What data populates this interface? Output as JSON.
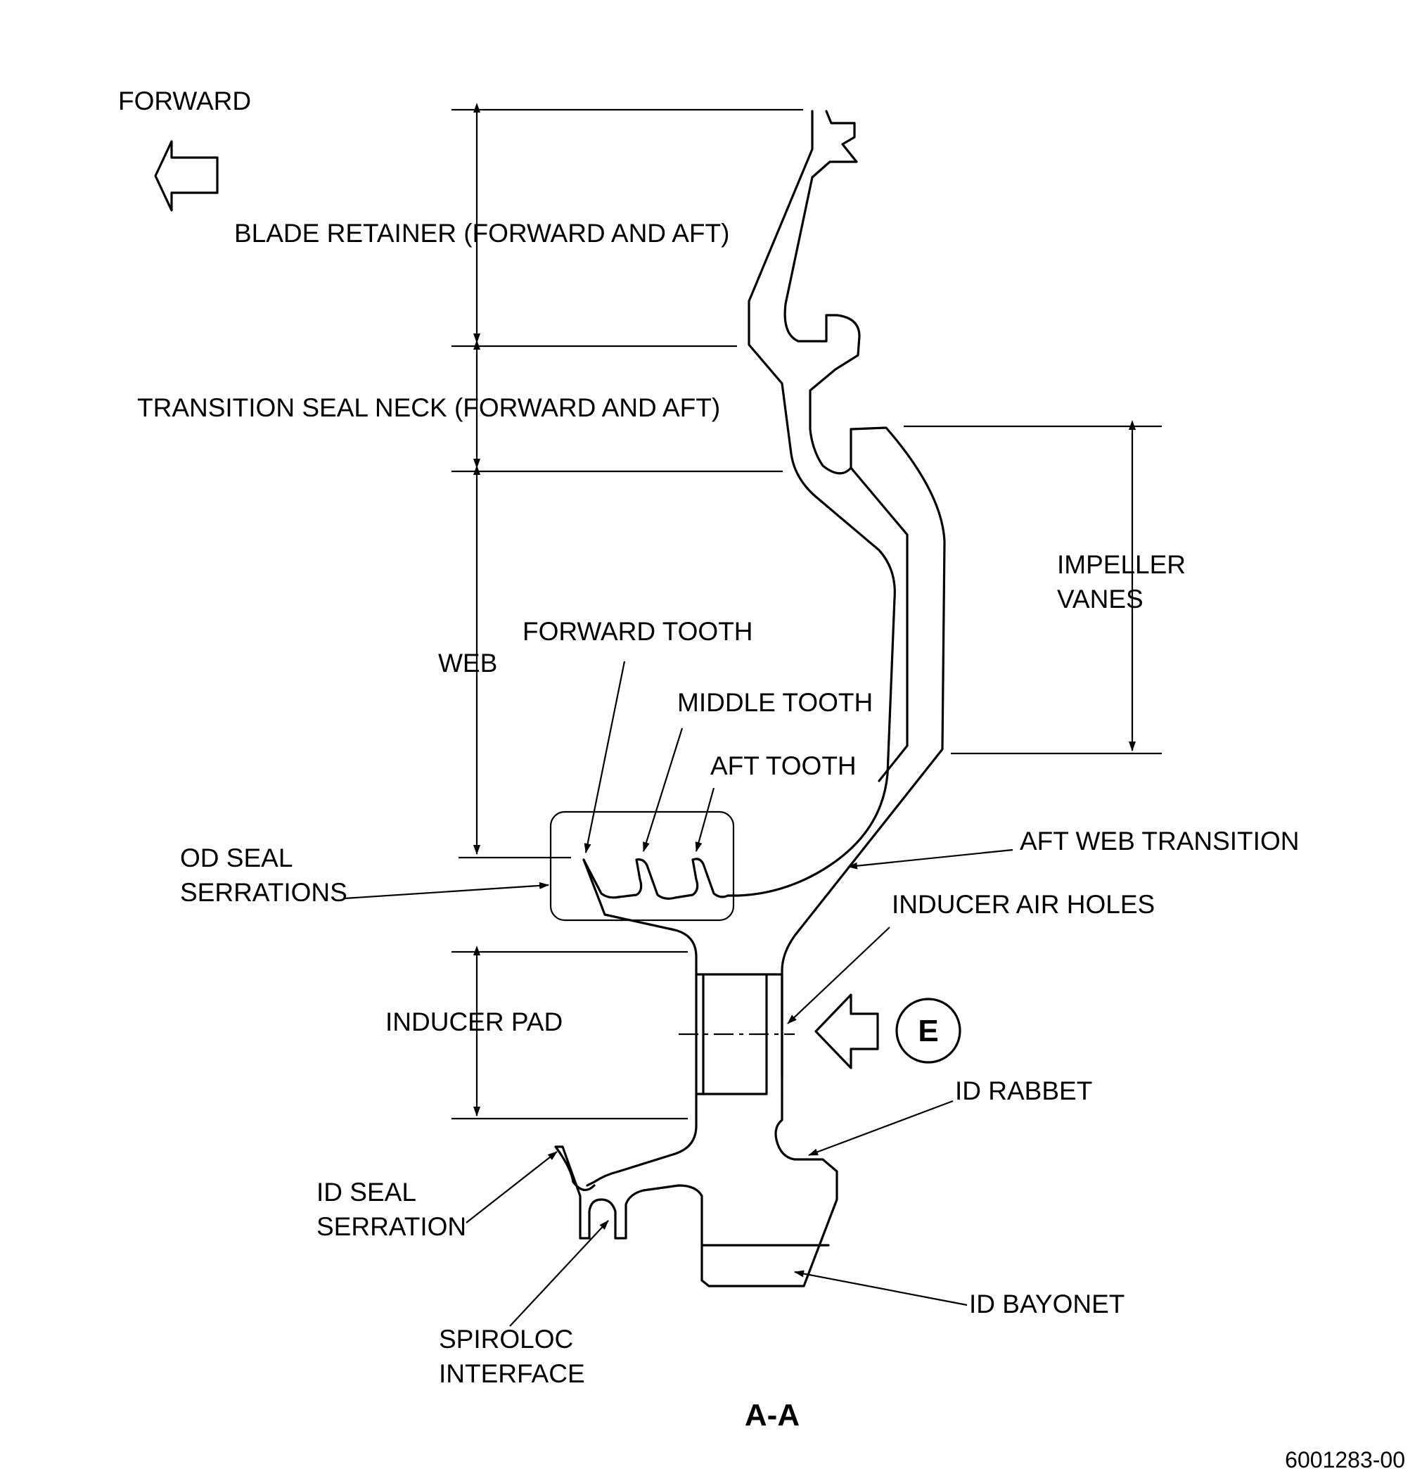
{
  "drawing": {
    "direction_label": "FORWARD",
    "section_label": "A-A",
    "reference_number": "6001283-00",
    "view_callout": "E",
    "labels": {
      "blade_retainer": "BLADE RETAINER (FORWARD AND AFT)",
      "transition_seal_neck": "TRANSITION SEAL NECK (FORWARD AND AFT)",
      "web": "WEB",
      "forward_tooth": "FORWARD TOOTH",
      "middle_tooth": "MIDDLE TOOTH",
      "aft_tooth": "AFT TOOTH",
      "od_seal_serrations": [
        "OD SEAL",
        "SERRATIONS"
      ],
      "impeller_vanes": [
        "IMPELLER",
        "VANES"
      ],
      "aft_web_transition": "AFT WEB TRANSITION",
      "inducer_air_holes": "INDUCER AIR HOLES",
      "inducer_pad": "INDUCER PAD",
      "id_rabbet": "ID RABBET",
      "id_seal_serration": [
        "ID SEAL",
        "SERRATION"
      ],
      "spiroloc_interface": [
        "SPIROLOC",
        "INTERFACE"
      ],
      "id_bayonet": "ID BAYONET"
    }
  }
}
